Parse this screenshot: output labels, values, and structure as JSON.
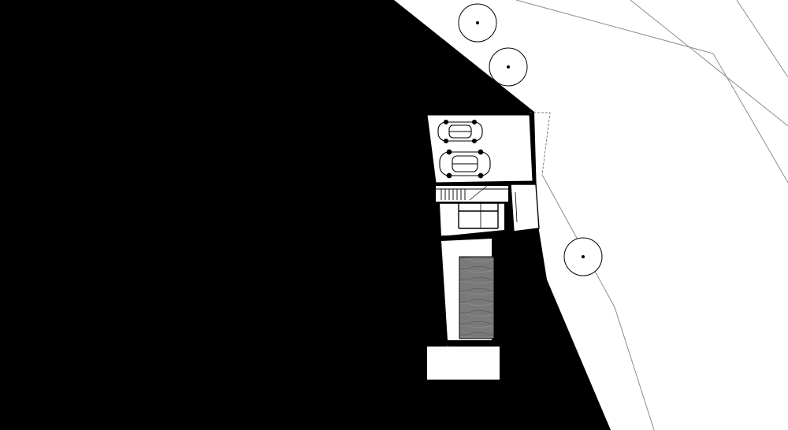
{
  "drawing": {
    "type": "architectural site plan",
    "style": "black poche, white rooms, thin grey site lines",
    "colors": {
      "poche": "#000000",
      "room": "#ffffff",
      "site_line": "#8c8c8c",
      "wall_line": "#000000",
      "dashed_line": "#555555",
      "wood": "#7a7a7a"
    },
    "elements": {
      "trees": 3,
      "cars": 2,
      "rooms": [
        "carport",
        "stair",
        "entry",
        "storage",
        "courtyard",
        "terrace"
      ]
    },
    "labels": []
  }
}
